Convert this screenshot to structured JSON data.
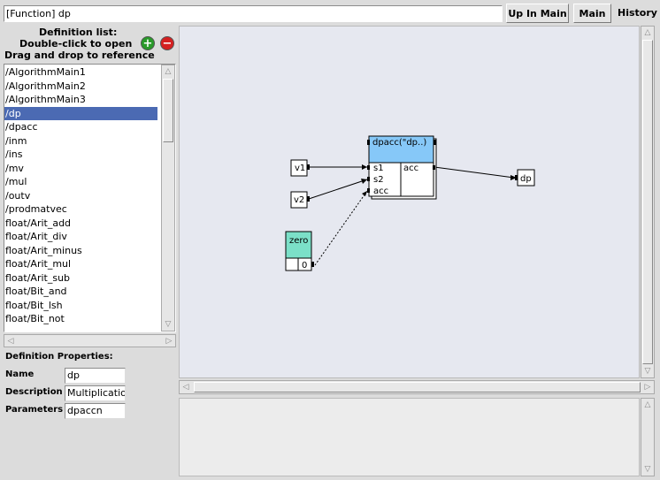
{
  "toolbar": {
    "path_value": "[Function] dp",
    "up_in_main_label": "Up In Main",
    "main_label": "Main",
    "history_label": "History"
  },
  "sidebar": {
    "header_line1": "Definition list:",
    "header_line2": "Double-click to open",
    "header_line3": "Drag and drop to reference",
    "add_icon": "plus-circle",
    "remove_icon": "minus-circle",
    "add_color": "#2a9a2a",
    "remove_color": "#d42020",
    "items": [
      {
        "label": "/AlgorithmMain1"
      },
      {
        "label": "/AlgorithmMain2"
      },
      {
        "label": "/AlgorithmMain3"
      },
      {
        "label": "/dp"
      },
      {
        "label": "/dpacc"
      },
      {
        "label": "/inm"
      },
      {
        "label": "/ins"
      },
      {
        "label": "/mv"
      },
      {
        "label": "/mul"
      },
      {
        "label": "/outv"
      },
      {
        "label": "/prodmatvec"
      },
      {
        "label": "float/Arit_add"
      },
      {
        "label": "float/Arit_div"
      },
      {
        "label": "float/Arit_minus"
      },
      {
        "label": "float/Arit_mul"
      },
      {
        "label": "float/Arit_sub"
      },
      {
        "label": "float/Bit_and"
      },
      {
        "label": "float/Bit_lsh"
      },
      {
        "label": "float/Bit_not"
      }
    ],
    "selected_color": "#4b6ab3"
  },
  "properties": {
    "title": "Definition Properties:",
    "name_label": "Name",
    "name_value": "dp",
    "description_label": "Description",
    "description_value": "Multiplication",
    "parameters_label": "Parameters",
    "parameters_value": "dpaccn"
  },
  "diagram": {
    "main_node": {
      "title": "dpacc(\"dp..)",
      "inputs": [
        "s1",
        "s2",
        "acc"
      ],
      "output": "acc",
      "color": "#86c8f8"
    },
    "zero_node": {
      "title": "zero",
      "value": "0",
      "color": "#7be0c8"
    },
    "input_v1": "v1",
    "input_v2": "v2",
    "output_dp": "dp"
  }
}
